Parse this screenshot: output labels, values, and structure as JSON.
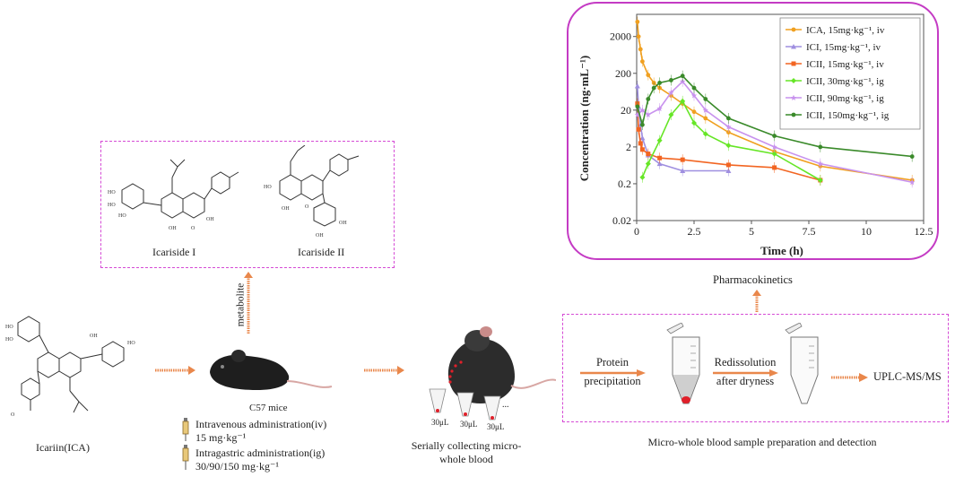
{
  "compounds": {
    "icariin": "Icariin(ICA)",
    "icariside1": "Icariside I",
    "icariside2": "Icariside II",
    "metabolite": "metabolite"
  },
  "structure_labels": {
    "ho": "HO",
    "oh": "OH",
    "o": "O"
  },
  "mice": {
    "label": "C57 mice",
    "iv_line1": "Intravenous administration(iv)",
    "iv_line2": "15 mg·kg⁻¹",
    "ig_line1": "Intragastric administration(ig)",
    "ig_line2": "30/90/150 mg·kg⁻¹"
  },
  "blood": {
    "caption_line1": "Serially collecting micro-",
    "caption_line2": "whole blood",
    "volume": "30μL",
    "ellipsis": "..."
  },
  "prep": {
    "step1_line1": "Protein",
    "step1_line2": "precipitation",
    "step2_line1": "Redissolution",
    "step2_line2": "after dryness",
    "method": "UPLC-MS/MS",
    "caption": "Micro-whole blood sample preparation and detection"
  },
  "pk_caption": "Pharmacokinetics",
  "colors": {
    "arrow": "#e9874b",
    "frame": "#c43bc4",
    "dashed": "#d54bd5",
    "blood_red": "#e0202a"
  },
  "chart_data": {
    "type": "line",
    "xlabel": "Time (h)",
    "ylabel": "Concentration (ng·mL⁻¹)",
    "xlim": [
      0,
      12.5
    ],
    "ylim": [
      0.02,
      8000
    ],
    "yscale": "log",
    "xticks": [
      0,
      2.5,
      5,
      7.5,
      10,
      12.5
    ],
    "xtick_labels": [
      "0",
      "2.5",
      "5",
      "7.5",
      "10",
      "12.5"
    ],
    "yticks": [
      0.02,
      0.2,
      2,
      20,
      200,
      2000
    ],
    "ytick_labels": [
      "0.02",
      "0.2",
      "2",
      "20",
      "200",
      "2000"
    ],
    "legend_position": "top-right",
    "series": [
      {
        "name": "ICA, 15mg·kg⁻¹, iv",
        "color": "#f0a020",
        "marker": "circle",
        "x": [
          0.033,
          0.083,
          0.167,
          0.25,
          0.5,
          0.75,
          1,
          1.5,
          2,
          2.5,
          3,
          4,
          6,
          8,
          12
        ],
        "y": [
          5000,
          2000,
          900,
          420,
          180,
          110,
          80,
          50,
          30,
          18,
          12,
          5,
          1.5,
          0.6,
          0.25
        ]
      },
      {
        "name": "ICI, 15mg·kg⁻¹, iv",
        "color": "#9f8fe0",
        "marker": "triangle",
        "x": [
          0.033,
          0.083,
          0.167,
          0.25,
          0.5,
          1,
          2,
          4
        ],
        "y": [
          90,
          25,
          8,
          3.5,
          1.2,
          0.7,
          0.45,
          0.45
        ]
      },
      {
        "name": "ICII, 15mg·kg⁻¹, iv",
        "color": "#f26522",
        "marker": "square",
        "x": [
          0.033,
          0.083,
          0.167,
          0.25,
          0.5,
          1,
          2,
          4,
          6,
          8
        ],
        "y": [
          30,
          6,
          2.5,
          1.7,
          1.3,
          1,
          0.9,
          0.65,
          0.55,
          0.25
        ]
      },
      {
        "name": "ICII, 30mg·kg⁻¹, ig",
        "color": "#66e626",
        "marker": "diamond",
        "x": [
          0.25,
          0.5,
          1,
          1.5,
          2,
          2.5,
          3,
          4,
          6,
          8
        ],
        "y": [
          0.3,
          0.7,
          3,
          15,
          35,
          9,
          4.5,
          2.2,
          1.3,
          0.25
        ]
      },
      {
        "name": "ICII, 90mg·kg⁻¹, ig",
        "color": "#c892ee",
        "marker": "star",
        "x": [
          0.033,
          0.25,
          0.5,
          1,
          1.5,
          2,
          2.5,
          3,
          4,
          6,
          8,
          12
        ],
        "y": [
          15,
          20,
          15,
          22,
          60,
          120,
          50,
          20,
          7,
          2,
          0.7,
          0.22
        ]
      },
      {
        "name": "ICII, 150mg·kg⁻¹, ig",
        "color": "#3a8a2a",
        "marker": "circle",
        "x": [
          0.033,
          0.25,
          0.5,
          0.75,
          1,
          1.5,
          2,
          2.5,
          3,
          4,
          6,
          8,
          12
        ],
        "y": [
          25,
          8,
          40,
          80,
          110,
          130,
          170,
          80,
          40,
          12,
          4,
          2,
          1.1
        ]
      }
    ]
  }
}
